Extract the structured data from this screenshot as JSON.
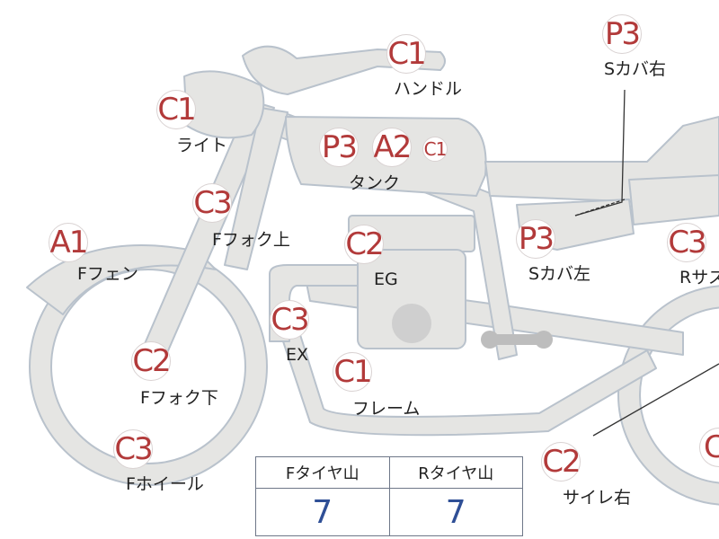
{
  "parts": [
    {
      "id": "handle",
      "code": "C1",
      "name": "ハンドル"
    },
    {
      "id": "light",
      "code": "C1",
      "name": "ライト"
    },
    {
      "id": "tank",
      "code": "P3",
      "code2": "A2",
      "code3": "C1",
      "name": "タンク"
    },
    {
      "id": "f-fork-upper",
      "code": "C3",
      "name": "Fフォク上"
    },
    {
      "id": "f-fender",
      "code": "A1",
      "name": "Fフェン"
    },
    {
      "id": "engine",
      "code": "C2",
      "name": "EG"
    },
    {
      "id": "s-cover-left",
      "code": "P3",
      "name": "Sカバ左"
    },
    {
      "id": "s-cover-right",
      "code": "P3",
      "name": "Sカバ右"
    },
    {
      "id": "r-suspension",
      "code": "C3",
      "name": "Rサス"
    },
    {
      "id": "exhaust",
      "code": "C3",
      "name": "EX"
    },
    {
      "id": "f-fork-lower",
      "code": "C2",
      "name": "Fフォク下"
    },
    {
      "id": "frame",
      "code": "C1",
      "name": "フレーム"
    },
    {
      "id": "f-wheel",
      "code": "C3",
      "name": "Fホイール"
    },
    {
      "id": "silencer-right",
      "code": "C2",
      "name": "サイレ右"
    },
    {
      "id": "r-wheel",
      "code": "C"
    }
  ],
  "tire_table": {
    "front_label": "Fタイヤ山",
    "rear_label": "Rタイヤ山",
    "front_value": "7",
    "rear_value": "7"
  },
  "colors": {
    "body_fill": "#e5e5e3",
    "body_stroke": "#b9c2cc",
    "code_text": "#b23a3a",
    "value_text": "#2f4f96"
  }
}
